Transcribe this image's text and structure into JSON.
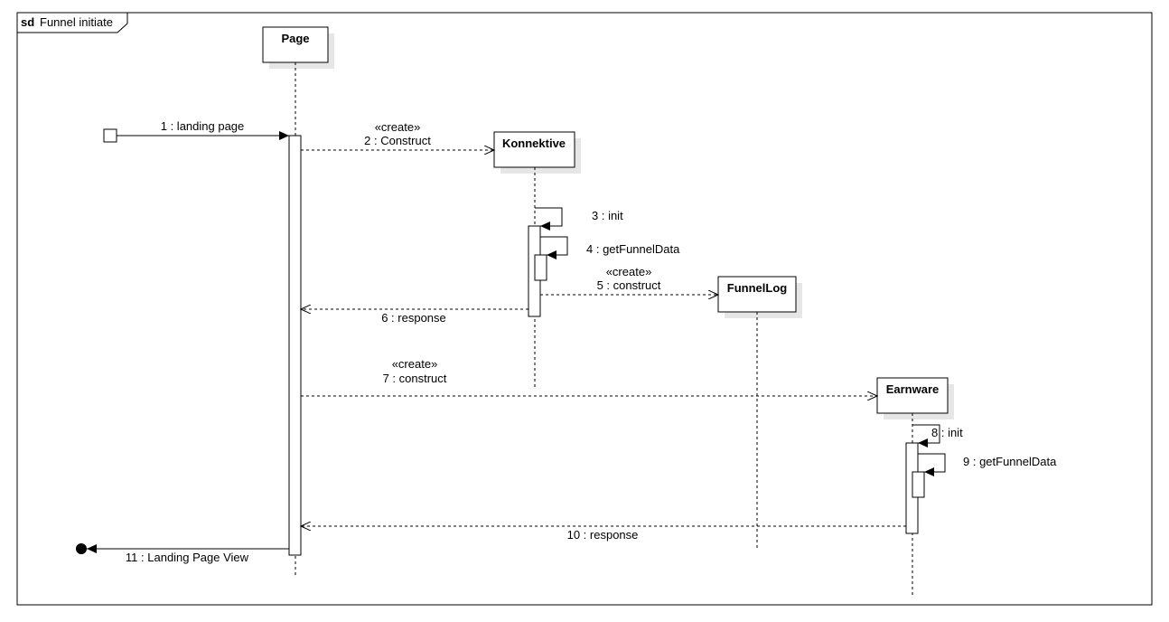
{
  "frame": {
    "keyword": "sd",
    "title": "Funnel initiate"
  },
  "lifelines": {
    "page": "Page",
    "konnektive": "Konnektive",
    "funnellog": "FunnelLog",
    "earnware": "Earnware"
  },
  "messages": {
    "m1": "1 : landing page",
    "m2_stereo": "«create»",
    "m2": "2 : Construct",
    "m3": "3 : init",
    "m4": "4 : getFunnelData",
    "m5_stereo": "«create»",
    "m5": "5 : construct",
    "m6": "6 : response",
    "m7_stereo": "«create»",
    "m7": "7 : construct",
    "m8": "8 : init",
    "m9": "9 : getFunnelData",
    "m10": "10 : response",
    "m11": "11 : Landing Page View"
  }
}
